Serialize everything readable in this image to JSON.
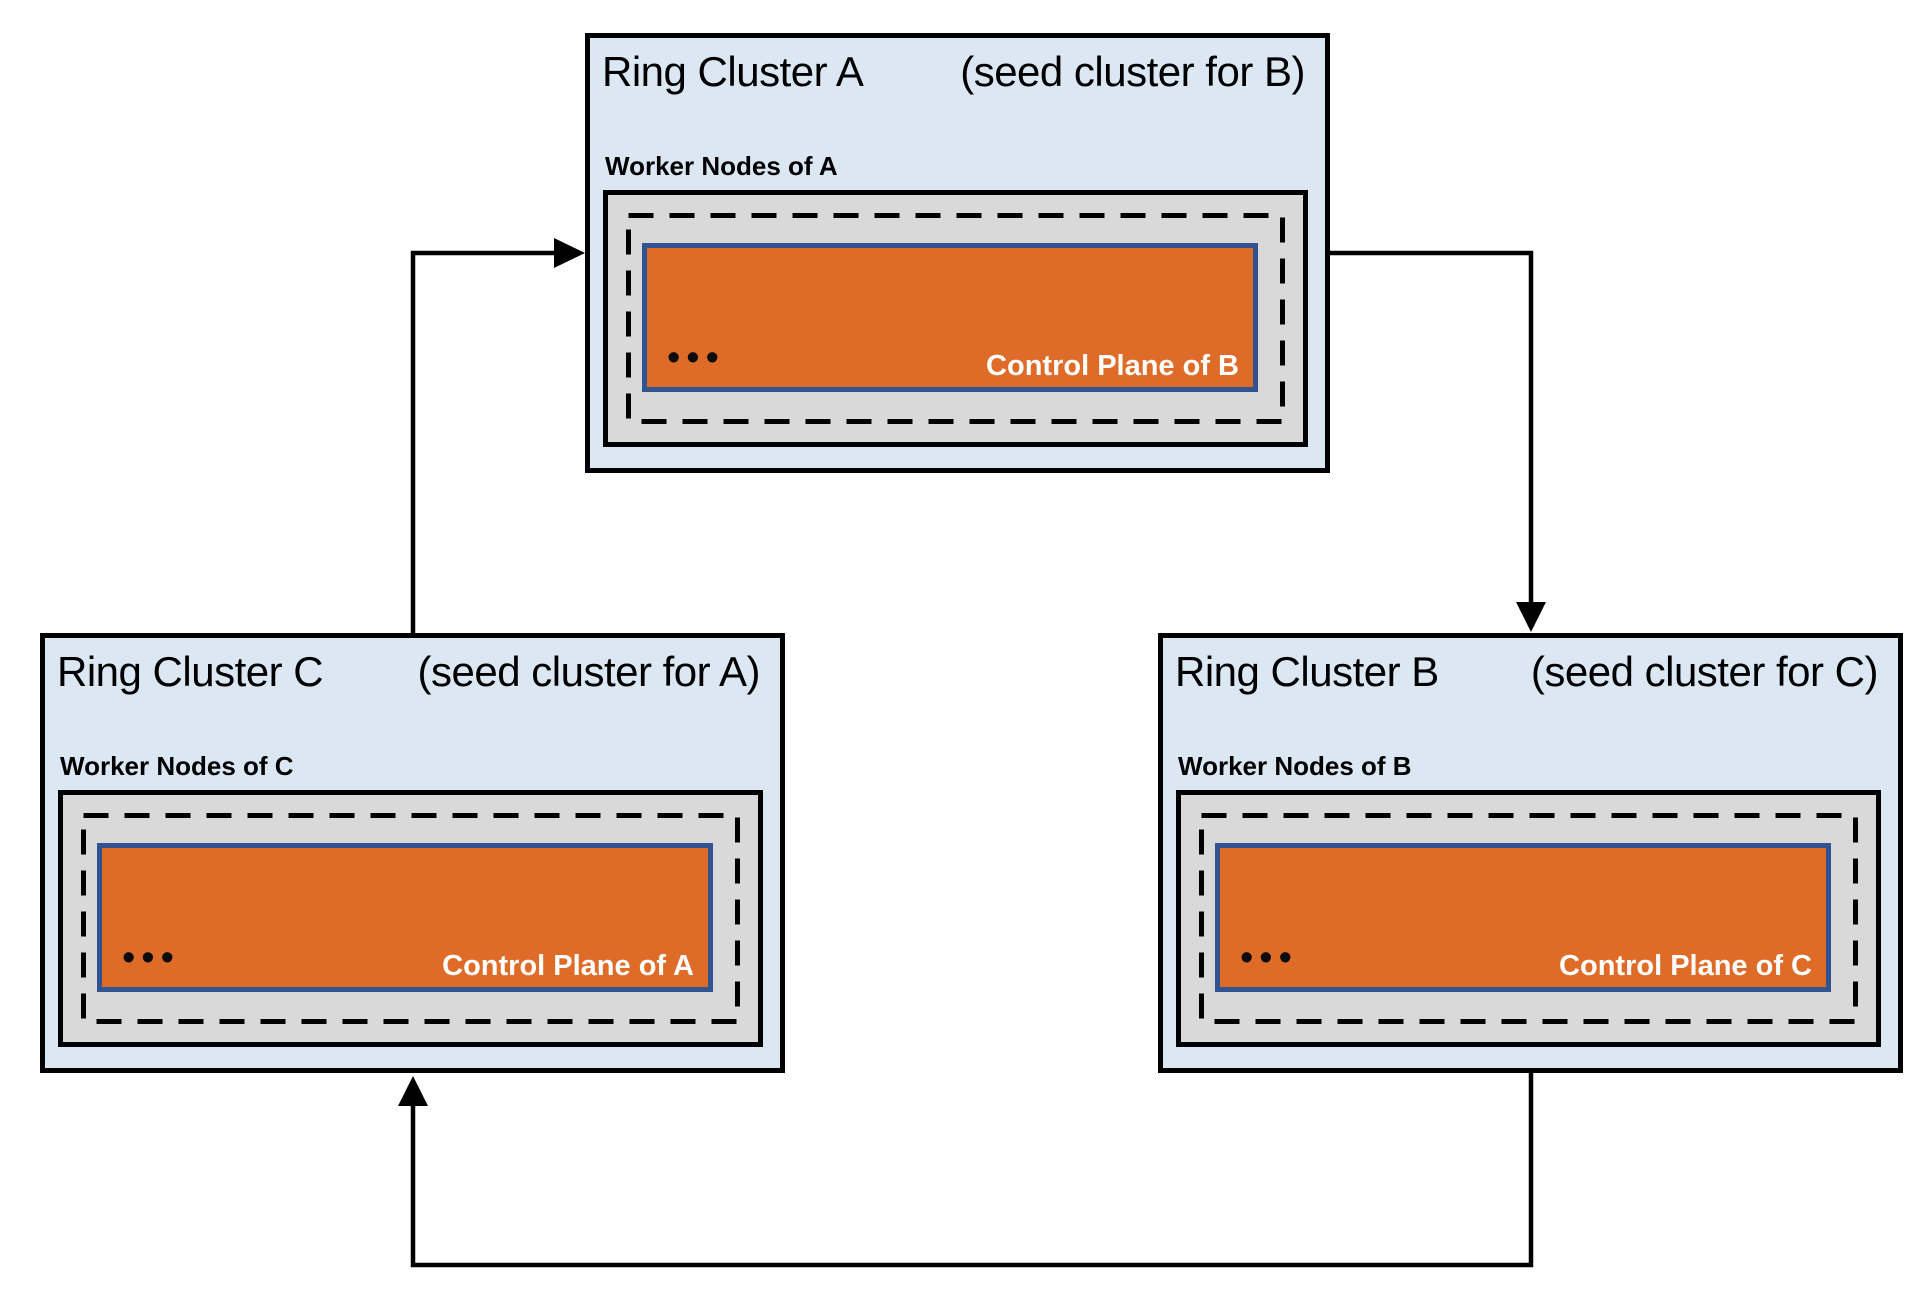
{
  "diagram": {
    "description": "Three Kubernetes ring clusters seeding each other's control planes in a cycle",
    "colors": {
      "page_bg": "#ffffff",
      "cluster_fill": "#dbe7f3",
      "cluster_border": "#000000",
      "worker_fill": "#d9d9d9",
      "control_fill": "#de6c28",
      "control_border": "#31538f",
      "control_text": "#ffffff",
      "text_color": "#000000"
    },
    "clusters": [
      {
        "id": "A",
        "title": "Ring Cluster A",
        "seed_note": "(seed cluster for B)",
        "worker_label": "Worker Nodes of A",
        "control_label": "Control Plane of B",
        "ellipsis": "•••"
      },
      {
        "id": "C",
        "title": "Ring Cluster C",
        "seed_note": "(seed cluster for A)",
        "worker_label": "Worker Nodes of C",
        "control_label": "Control Plane of A",
        "ellipsis": "•••"
      },
      {
        "id": "B",
        "title": "Ring Cluster B",
        "seed_note": "(seed cluster for C)",
        "worker_label": "Worker Nodes of B",
        "control_label": "Control Plane of C",
        "ellipsis": "•••"
      }
    ],
    "arrows": [
      {
        "from": "C",
        "to": "A"
      },
      {
        "from": "A",
        "to": "B"
      },
      {
        "from": "B",
        "to": "C"
      }
    ]
  }
}
